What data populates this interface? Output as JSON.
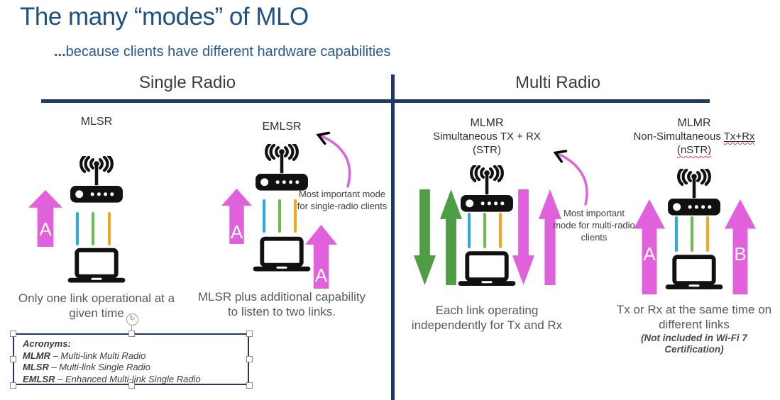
{
  "title": "The many “modes” of MLO",
  "subtitle": {
    "dots": "...",
    "text": "because clients have different hardware capabilities"
  },
  "columns": {
    "single": "Single Radio",
    "multi": "Multi Radio"
  },
  "modes": {
    "mlsr": {
      "name": "MLSR",
      "caption": "Only one link operational at a given time",
      "arrow_label": "A"
    },
    "emlsr": {
      "name": "EMLSR",
      "caption": "MLSR plus additional capability to listen to two links.",
      "arrow_label_left": "A",
      "arrow_label_right": "A",
      "annotation": "Most important mode for single-radio clients"
    },
    "mlmr_str": {
      "name": "MLMR",
      "sub1": "Simultaneous TX + RX",
      "sub2": "(STR)",
      "caption": "Each link operating independently for Tx and Rx",
      "annotation": "Most important mode for multi-radio clients"
    },
    "mlmr_nstr": {
      "name": "MLMR",
      "sub1_plain": "Non-Simultaneous ",
      "sub1_marked": "Tx+Rx",
      "sub2": "(nSTR)",
      "caption": "Tx or Rx at the same time on different links",
      "note": "(Not included in Wi-Fi 7 Certification)",
      "arrow_label_left": "A",
      "arrow_label_right": "B"
    }
  },
  "acronyms": {
    "heading": "Acronyms:",
    "items": [
      {
        "abbr": "MLMR",
        "definition": " – Multi-link Multi Radio"
      },
      {
        "abbr": "MLSR",
        "definition": " – Multi-link Single Radio"
      },
      {
        "abbr": "EMLSR",
        "definition": " – Enhanced Multi-link Single Radio"
      }
    ]
  },
  "colors": {
    "title_blue": "#1F5180",
    "line_navy": "#1F3864",
    "heading_gray": "#2F2F2F",
    "caption_gray": "#595959",
    "arrow_pink": "#E160DB",
    "arrow_green": "#4F9D45",
    "link_blue": "#29ABE2",
    "link_green": "#6ABF4B",
    "link_orange": "#F5A61E"
  }
}
